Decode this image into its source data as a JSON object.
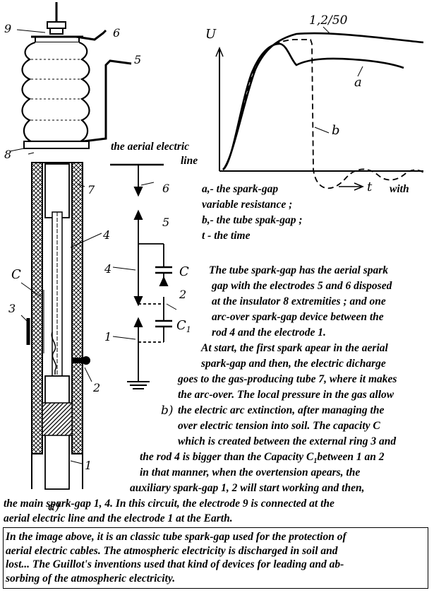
{
  "labels": {
    "part_9": "9",
    "part_6": "6",
    "part_5": "5",
    "part_8": "8",
    "part_7": "7",
    "part_4": "4",
    "part_C": "C",
    "part_3": "3",
    "part_2": "2",
    "part_1": "1",
    "fig_a": "a)",
    "circ_6": "6",
    "circ_5": "5",
    "circ_4": "4",
    "circ_C": "C",
    "circ_2": "2",
    "circ_C1_main": "C",
    "circ_C1_sub": "1",
    "circ_1": "1",
    "fig_b": "b)",
    "graph_U": "U",
    "graph_wave": "1,2/50",
    "graph_a": "a",
    "graph_b": "b",
    "graph_t": "t"
  },
  "annotations": {
    "aerial_line_1": "the aerial electric",
    "aerial_line_2": "line",
    "legend": [
      "a,- the spark-gap",
      "with",
      "variable resistance ;",
      "b,- the tube spak-gap ;",
      "t - the time"
    ],
    "description": [
      "The tube spark-gap has the aerial spark",
      "gap with the electrodes 5 and 6 disposed",
      "at the insulator 8 extremities ; and one",
      "arc-over spark-gap device between the",
      "rod 4 and the electrode 1.",
      "At start, the first spark apear in the aerial",
      "spark-gap and then, the electric dicharge",
      "goes to the gas-producing tube 7, where it makes",
      "the arc-over. The local pressure in the gas allow",
      "the electric arc extinction, after managing the",
      "over electric tension into soil. The capacity C",
      "which is created between the external ring 3 and",
      "the rod 4 is bigger than the Capacity C",
      "1",
      "between 1 an 2",
      "in that manner, when the overtension apears, the",
      "auxiliary spark-gap 1, 2 will start working and then,",
      "the main spark-gap 1, 4. In this circuit, the electrode 9 is connected at the",
      "aerial electric line and the electrode 1 at the Earth."
    ],
    "caption": [
      "In the image above, it is an classic tube spark-gap used for the protection of",
      "aerial electric cables. The atmospheric electricity is discharged in soil and",
      "lost... The Guillot's inventions used that kind of devices for leading and ab-",
      "sorbing of the atmospheric electricity."
    ]
  }
}
